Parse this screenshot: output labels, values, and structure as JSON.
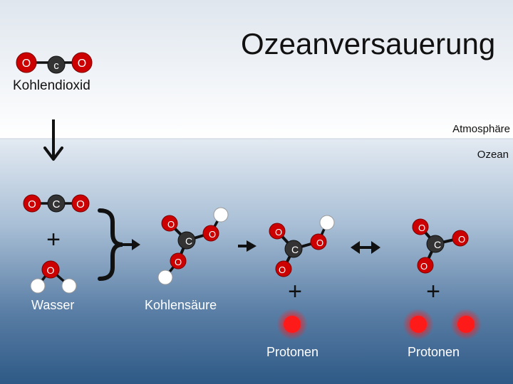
{
  "title": "Ozeanversauerung",
  "labels": {
    "co2_atmosphere": "Kohlendioxid",
    "atmosphere": "Atmosphäre",
    "ocean": "Ozean",
    "water": "Wasser",
    "carbonic_acid": "Kohlensäure",
    "protons_1": "Protonen",
    "protons_2": "Protonen"
  },
  "atom_letters": {
    "oxygen": "O",
    "carbon_small": "c",
    "carbon": "C"
  },
  "symbols": {
    "plus": "+",
    "arrow_down": "↓",
    "reversible": "↔"
  },
  "colors": {
    "sky_top": "#dfe6ee",
    "sky_bottom": "#ffffff",
    "ocean_top": "#e3eaf2",
    "ocean_bottom": "#2e5986",
    "oxygen": "#cc0000",
    "carbon": "#3a3a3a",
    "hydrogen": "#ffffff",
    "proton": "#ff1a1a"
  }
}
